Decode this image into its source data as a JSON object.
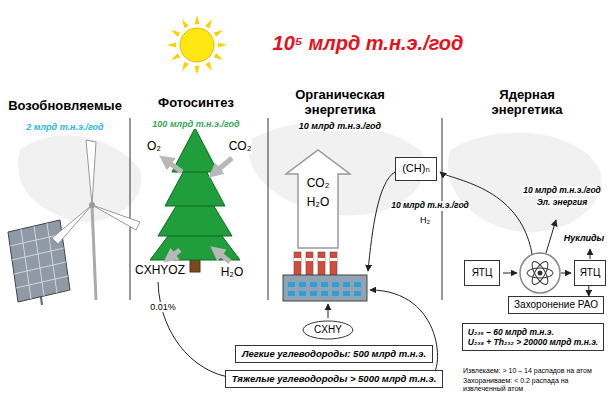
{
  "diagram": {
    "title": "10⁵ млрд т.н.э./год",
    "nodes": [
      {
        "text": [
          "(CH)ₙ"
        ]
      },
      {
        "text": [
          "ЯТЦ"
        ]
      },
      {
        "text": [
          "ЯТЦ"
        ]
      },
      {
        "text": [
          "Захоронение РАО"
        ]
      },
      {
        "text": [
          "CXHY"
        ]
      },
      {
        "text": [
          "Легкие углеводороды: 500 млрд т.н.э."
        ]
      },
      {
        "text": [
          "Тяжелые углеводороды > 5000 млрд т.н.э."
        ]
      },
      {
        "text": [
          "U₂₃₅ – 60 млрд т.н.э.",
          "U₂₃₈ + Th₂₃₂ > 20000 млрд т.н.э."
        ]
      }
    ],
    "edges": [
      {
        "from": 2,
        "to": 3,
        "arrow": "to"
      }
    ],
    "labels": [
      "Возобновляемые",
      "2 млрд т.н.э./год",
      "Фотосинтез",
      "100 млрд т.н.э./год",
      "Органическая энергетика",
      "10 млрд т.н.э./год",
      "Ядерная энергетика",
      "O₂",
      "CO₂",
      "CXHYOZ",
      "H₂O",
      "0.01%",
      "CO₂",
      "H₂O",
      "10 млрд т.н.э./год",
      "H₂",
      "10 млрд т.н.э./год",
      "Эл. энергия",
      "Нуклиды",
      "Извлекаем: > 10 – 14 распадов на атом",
      "Захораниваем: < 0.2 распада на извлеченный атом"
    ]
  }
}
